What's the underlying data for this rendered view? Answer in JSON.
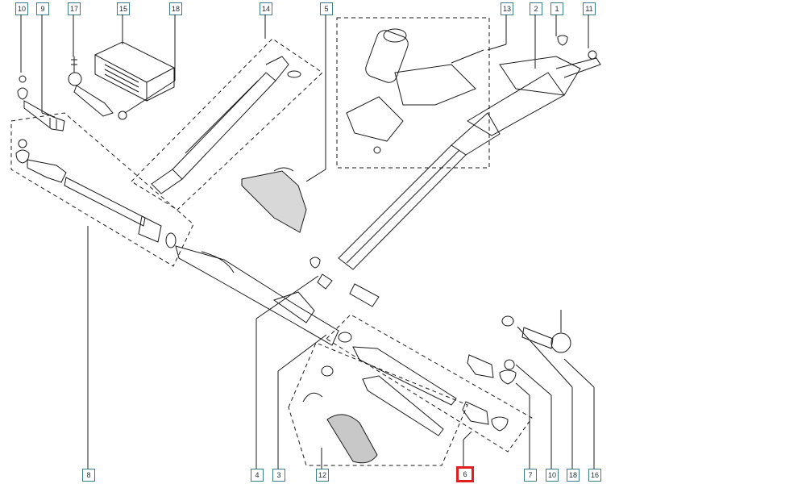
{
  "diagram": {
    "callouts_top": [
      "10",
      "9",
      "17",
      "15",
      "18",
      "14",
      "5",
      "13",
      "2",
      "1",
      "11"
    ],
    "callouts_bottom": [
      "8",
      "4",
      "3",
      "12",
      "6",
      "7",
      "10",
      "18",
      "16"
    ],
    "highlighted_callout": "6"
  },
  "colors": {
    "line": "#1a1a1a",
    "callout_border": "#3d7d8a",
    "highlight": "#e02020",
    "background": "#ffffff"
  }
}
